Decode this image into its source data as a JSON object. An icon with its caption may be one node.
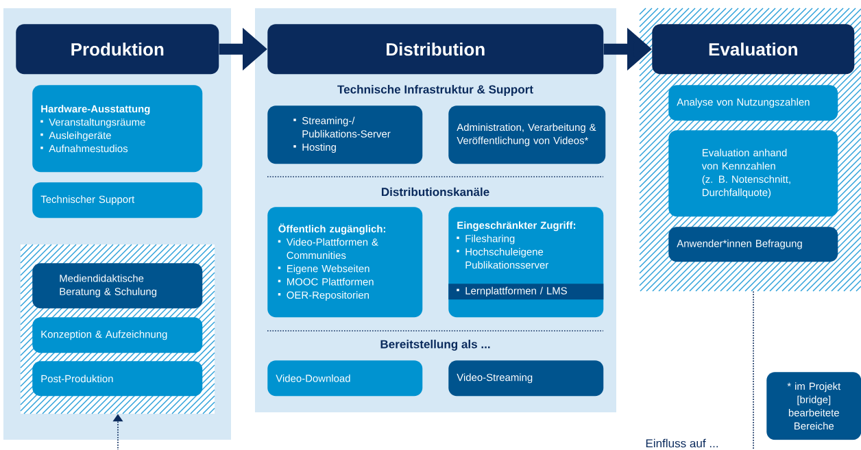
{
  "diagram": {
    "nodes": [
      {
        "text": [],
        "shape": "box"
      },
      {
        "text": [
          "Produktion"
        ],
        "in": 0
      },
      {
        "text": [
          "Hardware-Ausstattung",
          "Veranstaltungsräume",
          "Ausleihgeräte",
          "Aufnahmestudios"
        ],
        "in": 0
      },
      {
        "text": [
          "Technischer Support"
        ],
        "in": 0
      },
      {
        "text": [],
        "shape": "box",
        "in": 0
      },
      {
        "text": [
          "Mediendidaktische Beratung & Schulung"
        ],
        "in": 4
      },
      {
        "text": [
          "Konzeption & Aufzeichnung"
        ],
        "in": 4
      },
      {
        "text": [
          "Post-Produktion"
        ],
        "in": 4
      },
      {
        "text": [
          "Technische Infrastruktur & Support",
          "Distributionskanäle",
          "Bereitstellung als ..."
        ]
      },
      {
        "text": [
          "Distribution"
        ],
        "in": 8
      },
      {
        "text": [
          "Streaming-/ Publikations-Server",
          "Hosting"
        ],
        "in": 8
      },
      {
        "text": [
          "Administration, Verarbeitung & Veröffentlichung von Videos*"
        ],
        "in": 8
      },
      {
        "text": [
          "Öffentlich zugänglich:",
          "Video-Plattformen & Communities",
          "Eigene Webseiten",
          "MOOC Plattformen",
          "OER-Repositorien"
        ],
        "in": 8
      },
      {
        "text": [
          "Eingeschränkter Zugriff:",
          "Filesharing",
          "Hochschuleigene Publikationsserver"
        ],
        "in": 8
      },
      {
        "text": [
          "Lernplattformen / LMS"
        ],
        "in": 13
      },
      {
        "text": [
          "Video-Download"
        ],
        "in": 8
      },
      {
        "text": [
          "Video-Streaming"
        ],
        "in": 8
      },
      {
        "text": [],
        "shape": "box"
      },
      {
        "text": [
          "Evaluation"
        ],
        "in": 17
      },
      {
        "text": [
          "Analyse von Nutzungszahlen"
        ],
        "in": 17
      },
      {
        "text": [
          "Evaluation anhand von Kennzahlen (z. B. Notenschnitt, Durchfallquote)"
        ],
        "in": 17
      },
      {
        "text": [
          "Anwender*innen Befragung"
        ],
        "in": 17
      },
      {
        "text": [
          "* im Projekt [bridge] bearbeitete Bereiche"
        ]
      }
    ],
    "edges": [
      {
        "from": 1,
        "to": 9,
        "arrow": "to"
      },
      {
        "from": 9,
        "to": 18,
        "arrow": "to"
      },
      {
        "from": 17,
        "to": 4,
        "arrow": "to",
        "style": "dashed",
        "label": "Einfluss auf ..."
      }
    ]
  }
}
